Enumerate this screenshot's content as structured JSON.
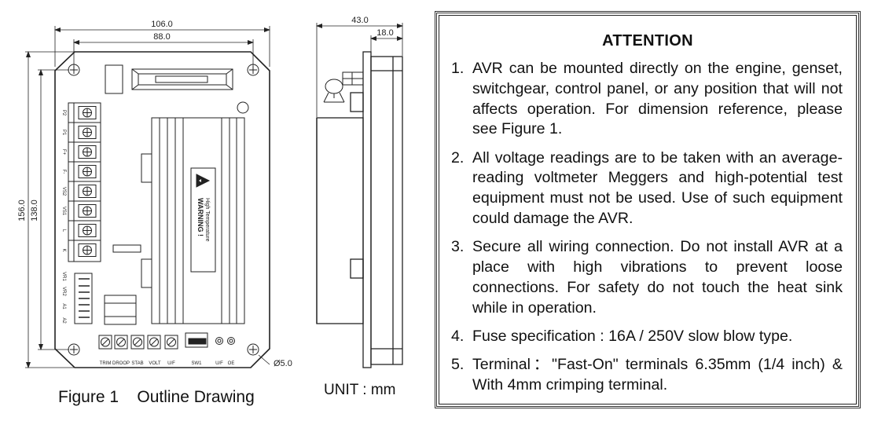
{
  "drawing": {
    "dims": {
      "overall_width": "106.0",
      "hole_width": "88.0",
      "overall_height": "156.0",
      "hole_height": "138.0",
      "side_depth": "43.0",
      "side_flange": "18.0",
      "hole_dia": "Ø5.0"
    },
    "left_terminals": [
      "P2",
      "P1",
      "F+",
      "F-",
      "VS2",
      "VS1",
      "L",
      "K"
    ],
    "spade_terminals": [
      "VR1",
      "VR2",
      "A1",
      "A2"
    ],
    "bottom_labels": [
      "TRIM",
      "DROOP",
      "STAB",
      "VOLT",
      "U/F",
      "SW1",
      "U/F",
      "OE"
    ],
    "warning_title": "WARNING !",
    "warning_sub": "High Temperature"
  },
  "figure_caption": "Figure 1    Outline Drawing",
  "unit_caption": "UNIT : mm",
  "attention": {
    "title": "ATTENTION",
    "items": [
      {
        "num": "1.",
        "text": "AVR can be mounted directly on the engine, genset, switchgear, control panel, or any position that will not affects operation. For dimension reference, please see Figure 1."
      },
      {
        "num": "2.",
        "text": "All voltage readings are to be taken with an average-reading voltmeter Meggers and high-potential test equipment must not be used. Use of such equipment could damage the AVR."
      },
      {
        "num": "3.",
        "text": "Secure all wiring connection. Do not install AVR at a place with high vibrations to prevent loose connections. For safety do not touch the heat sink while in operation."
      },
      {
        "num": "4.",
        "text": "Fuse specification : 16A / 250V slow blow type."
      },
      {
        "num": "5.",
        "text": "Terminal：\"Fast-On\" terminals 6.35mm (1/4 inch) & With 4mm crimping terminal."
      }
    ]
  }
}
